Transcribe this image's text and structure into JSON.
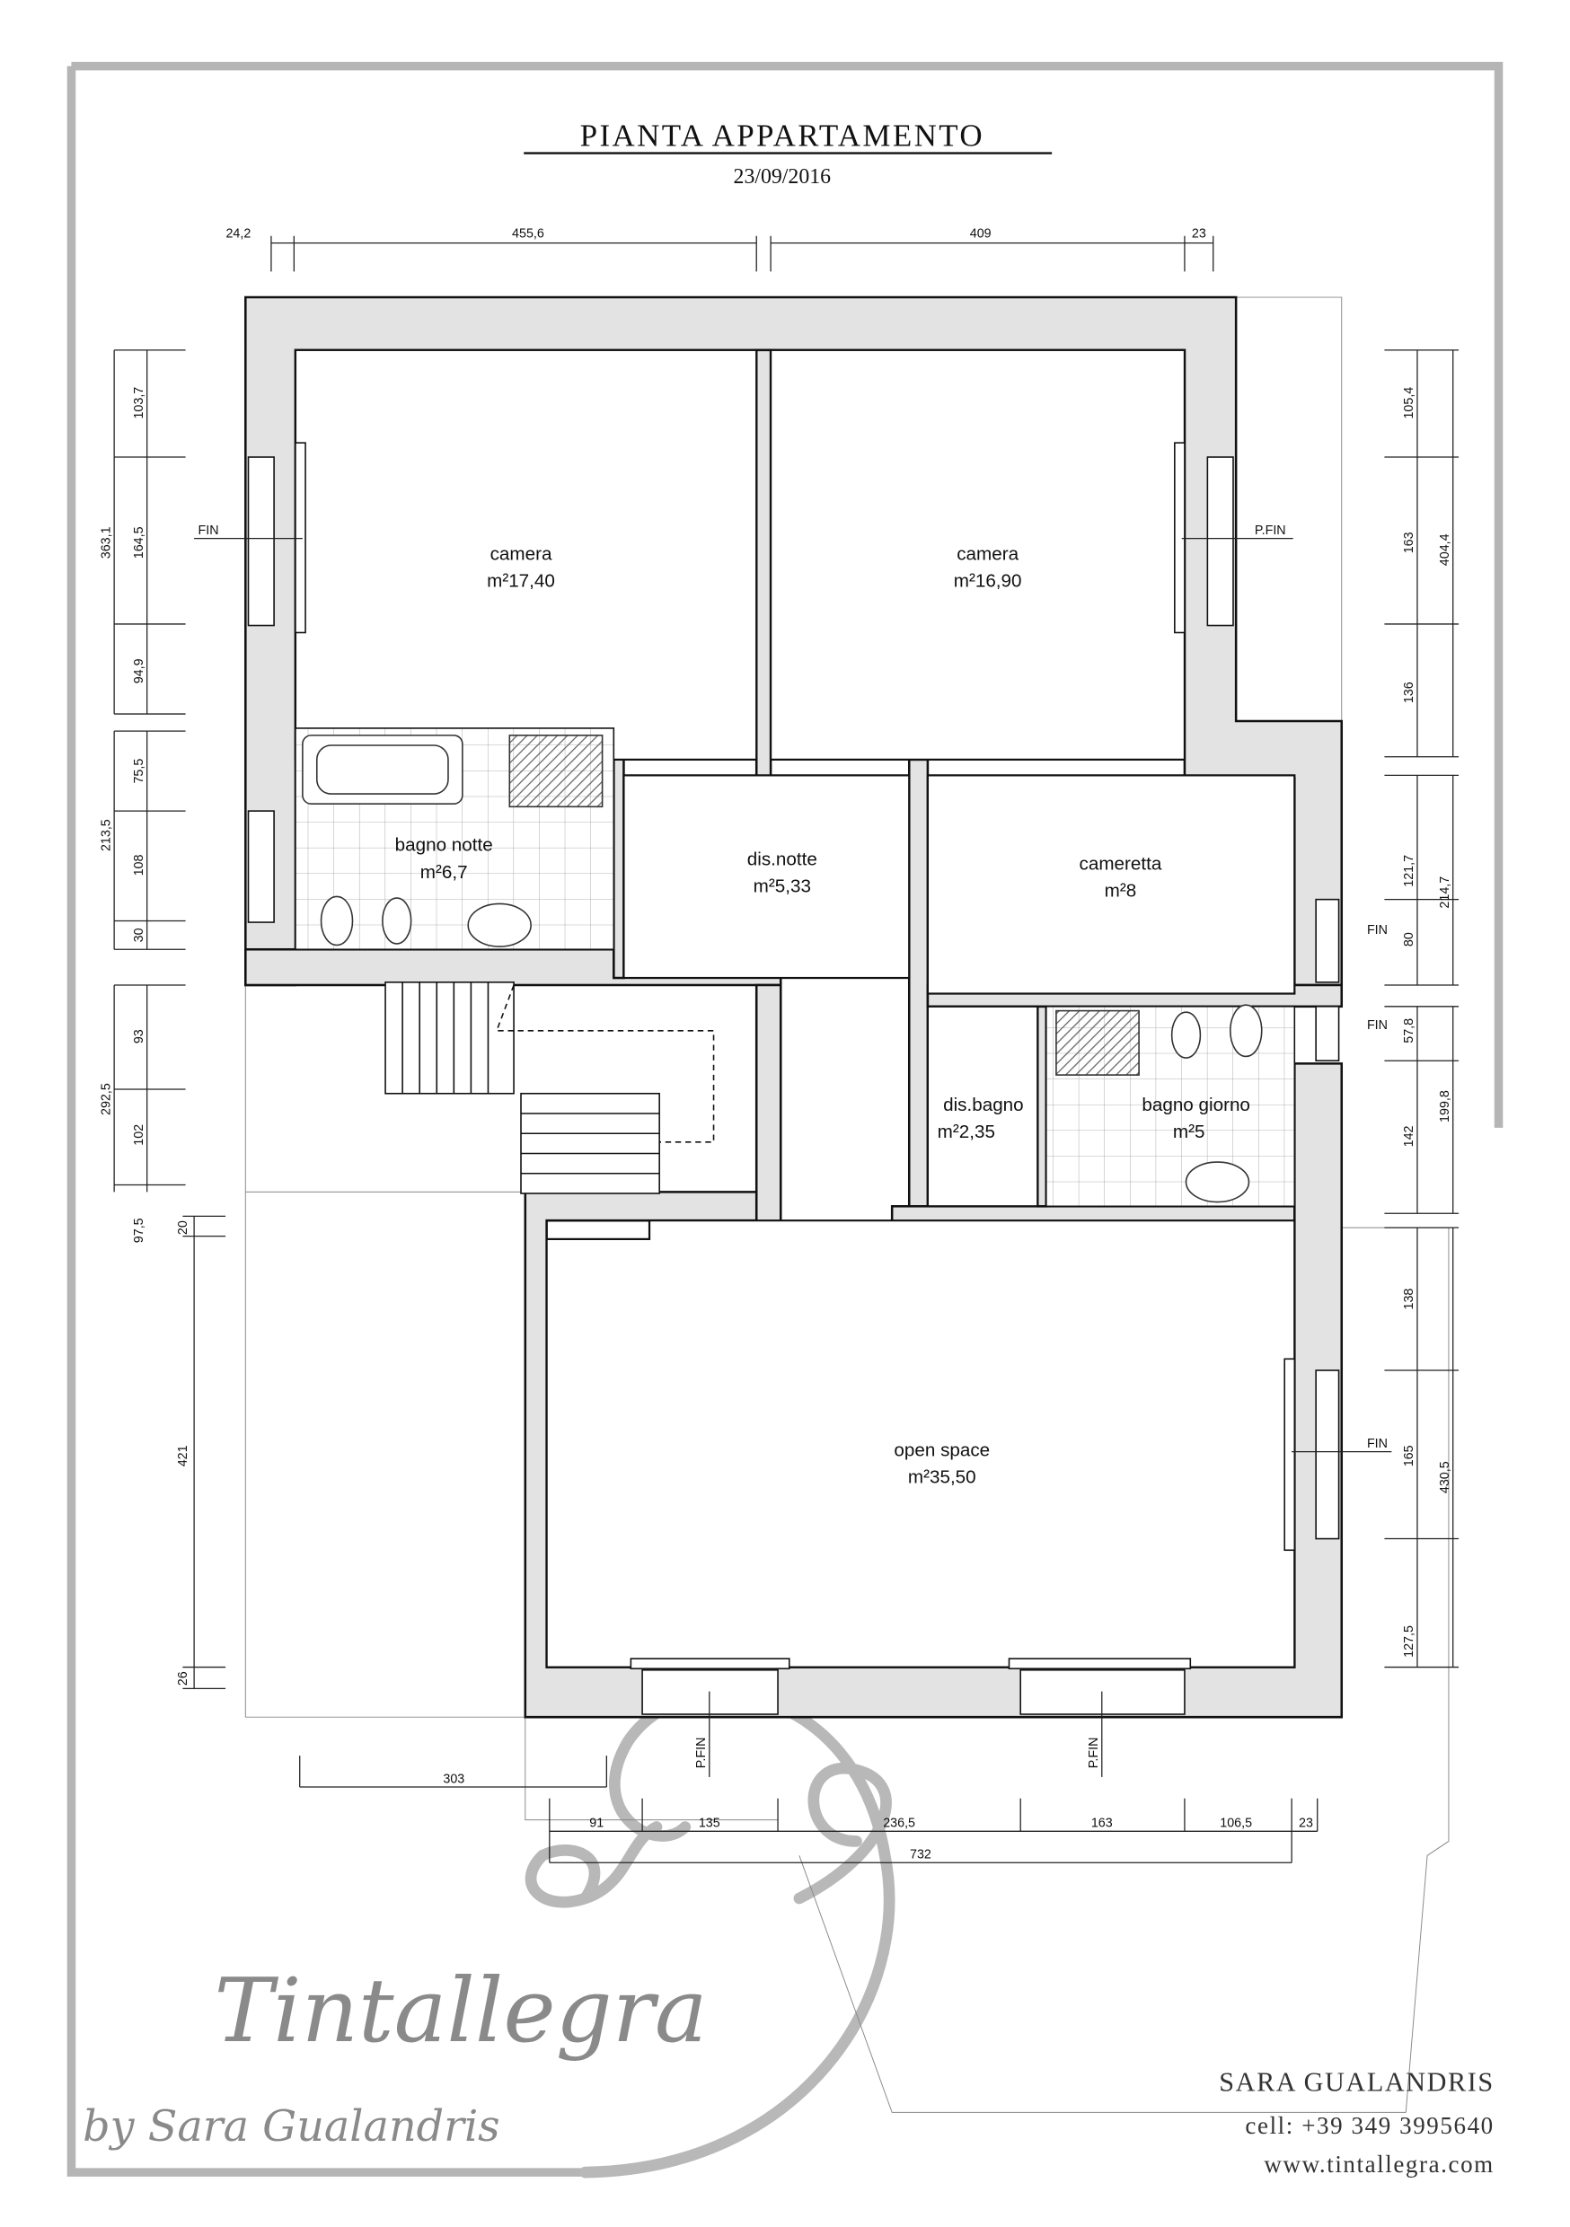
{
  "header": {
    "title": "PIANTA APPARTAMENTO",
    "date": "23/09/2016"
  },
  "rooms": [
    {
      "name": "camera",
      "area": "m²17,40"
    },
    {
      "name": "camera",
      "area": "m²16,90"
    },
    {
      "name": "bagno notte",
      "area": "m²6,7"
    },
    {
      "name": "dis.notte",
      "area": "m²5,33"
    },
    {
      "name": "cameretta",
      "area": "m²8"
    },
    {
      "name": "dis.bagno",
      "area": "m²2,35"
    },
    {
      "name": "bagno giorno",
      "area": "m²5"
    },
    {
      "name": "open space",
      "area": "m²35,50"
    }
  ],
  "openings": {
    "fin": "FIN",
    "pfin": "P.FIN"
  },
  "dimensions": {
    "top": [
      "24,2",
      "455,6",
      "409",
      "23"
    ],
    "left": [
      "363,1",
      "103,7",
      "164,5",
      "94,9",
      "213,5",
      "75,5",
      "108",
      "30",
      "292,5",
      "93",
      "102",
      "97,5",
      "20",
      "421",
      "26"
    ],
    "right": [
      "105,4",
      "163",
      "136",
      "404,4",
      "121,7",
      "80",
      "214,7",
      "57,8",
      "142",
      "199,8",
      "138",
      "165",
      "127,5",
      "430,5"
    ],
    "bottom": [
      "303",
      "91",
      "135",
      "236,5",
      "163",
      "106,5",
      "23",
      "732"
    ]
  },
  "logo": {
    "brand": "Tintallegra",
    "tagline": "by Sara Gualandris"
  },
  "contact": {
    "name": "SARA GUALANDRIS",
    "cell": "cell:  +39 349 3995640",
    "web": "www.tintallegra.com"
  }
}
